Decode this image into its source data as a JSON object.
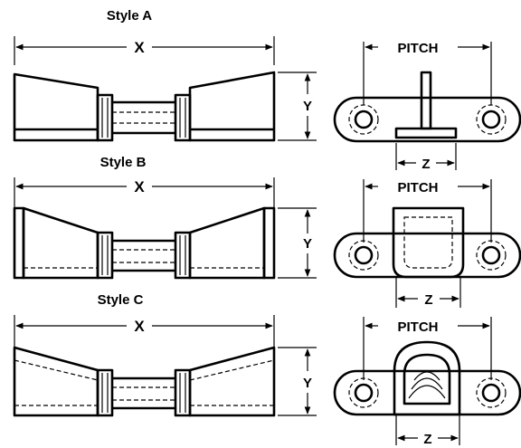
{
  "figure": {
    "styles": [
      {
        "title": "Style A",
        "x_label": "X",
        "y_label": "Y",
        "pitch_label": "PITCH",
        "z_label": "Z"
      },
      {
        "title": "Style B",
        "x_label": "X",
        "y_label": "Y",
        "pitch_label": "PITCH",
        "z_label": "Z"
      },
      {
        "title": "Style C",
        "x_label": "X",
        "y_label": "Y",
        "pitch_label": "PITCH",
        "z_label": "Z"
      }
    ]
  }
}
